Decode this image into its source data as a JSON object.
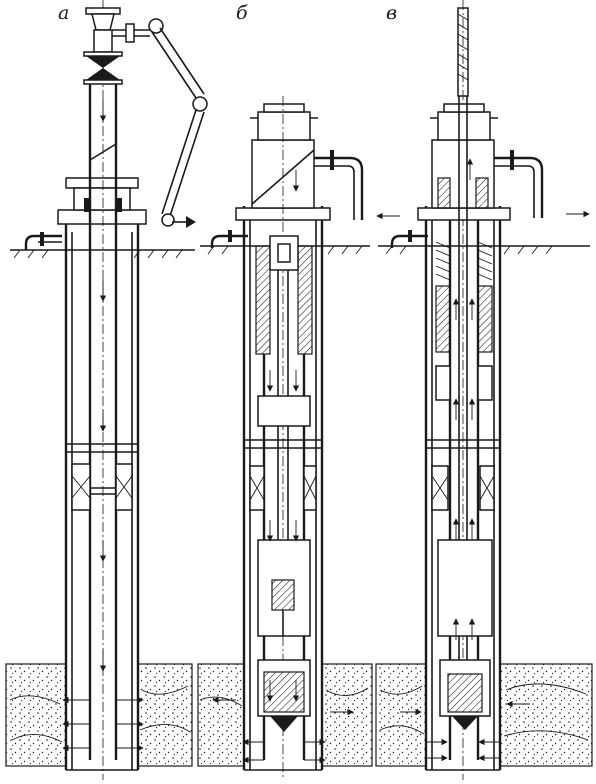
{
  "labels": {
    "a": "а",
    "b": "б",
    "c": "в"
  },
  "colors": {
    "ink": "#1a1a1a",
    "paper": "#ffffff"
  }
}
